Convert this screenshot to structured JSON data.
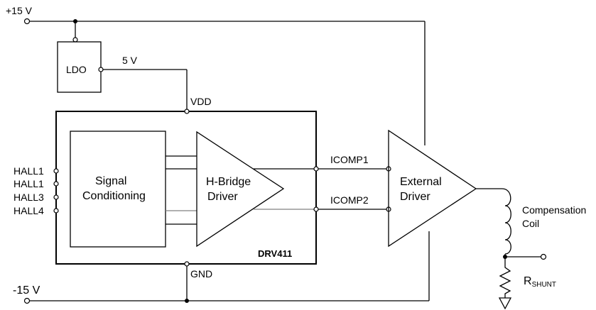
{
  "rails": {
    "pos": "+15 V",
    "neg": "-15 V"
  },
  "ldo": {
    "label": "LDO",
    "out": "5 V"
  },
  "chip": {
    "name": "DRV411",
    "vdd": "VDD",
    "gnd": "GND",
    "signal_conditioning": [
      "Signal",
      "Conditioning"
    ],
    "hbridge": [
      "H-Bridge",
      "Driver"
    ],
    "hall_pins": [
      "HALL1",
      "HALL1",
      "HALL3",
      "HALL4"
    ]
  },
  "outputs": {
    "icomp1": "ICOMP1",
    "icomp2": "ICOMP2"
  },
  "external_driver": [
    "External",
    "Driver"
  ],
  "coil": [
    "Compensation",
    "Coil"
  ],
  "shunt": {
    "main": "R",
    "sub": "SHUNT"
  }
}
